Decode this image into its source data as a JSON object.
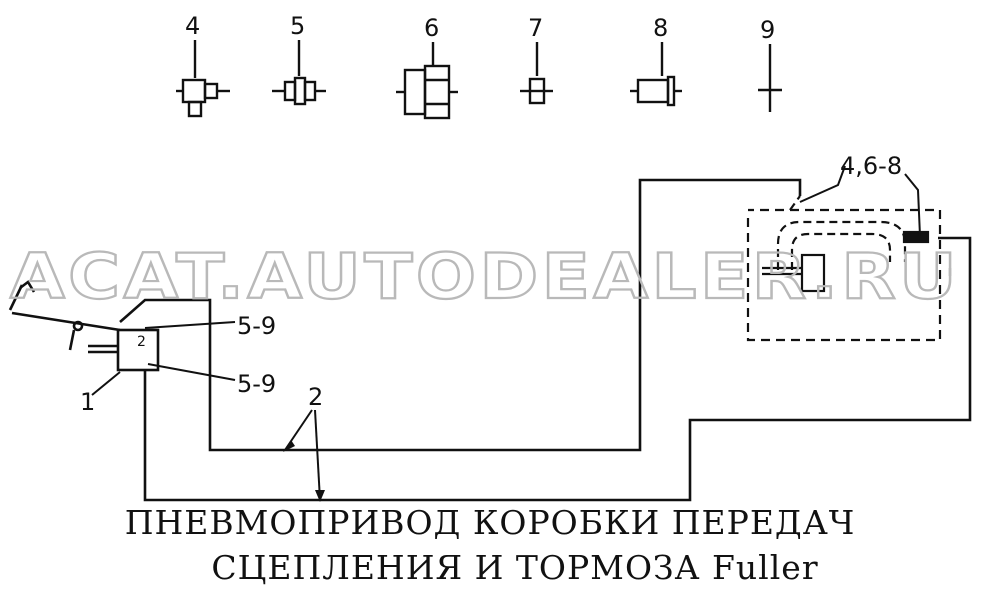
{
  "diagram": {
    "part_labels": [
      "4",
      "5",
      "6",
      "7",
      "8",
      "9"
    ],
    "callouts": {
      "assembly": "4,6-8",
      "upper_fitting": "5-9",
      "lower_fitting": "5-9",
      "valve": "1",
      "valve_port": "2",
      "hoses": "2"
    },
    "watermark": "ACAT.AUTODEALER.RU",
    "title_line1": "ПНЕВМОПРИВОД КОРОБКИ ПЕРЕДАЧ",
    "title_line2": "СЦЕПЛЕНИЯ И ТОРМОЗА Fuller"
  }
}
